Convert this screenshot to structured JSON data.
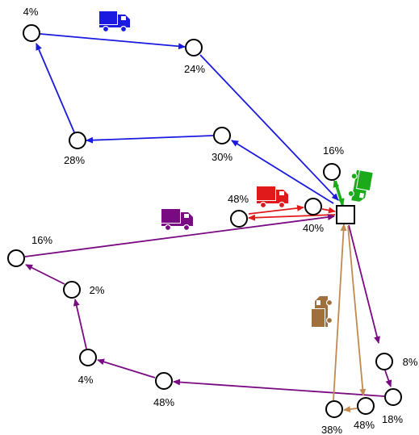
{
  "colors": {
    "blue": "#1a1ae0",
    "green": "#1aaa1a",
    "red": "#e01a1a",
    "purple": "#7a0a82",
    "brown": "#c08a50"
  },
  "routes": [
    {
      "id": "blue",
      "vehicle_icon": "truck-icon",
      "color": "#1a1ae0"
    },
    {
      "id": "green",
      "vehicle_icon": "truck-icon",
      "color": "#1aaa1a"
    },
    {
      "id": "red",
      "vehicle_icon": "truck-icon",
      "color": "#e01a1a"
    },
    {
      "id": "purple",
      "vehicle_icon": "truck-icon",
      "color": "#7a0a82"
    },
    {
      "id": "brown",
      "vehicle_icon": "truck-icon",
      "color": "#c08a50"
    }
  ],
  "nodes": {
    "b1": {
      "label": "4%"
    },
    "b2": {
      "label": "24%"
    },
    "b3": {
      "label": "28%"
    },
    "b4": {
      "label": "30%"
    },
    "g1": {
      "label": "16%"
    },
    "r1": {
      "label": "48%"
    },
    "r2": {
      "label": "40%"
    },
    "p1": {
      "label": "16%"
    },
    "p2": {
      "label": "2%"
    },
    "p3": {
      "label": "4%"
    },
    "p4": {
      "label": "48%"
    },
    "p5": {
      "label": "8%"
    },
    "p6": {
      "label": "18%"
    },
    "o1": {
      "label": "38%"
    },
    "o2": {
      "label": "48%"
    }
  }
}
